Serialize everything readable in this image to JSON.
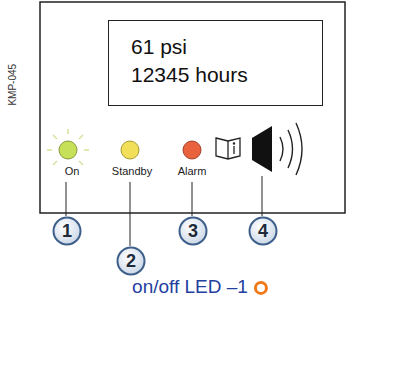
{
  "diagram": {
    "nodes": [
      {
        "text": [
          "61 psi",
          "12345 hours"
        ]
      },
      {
        "text": [
          "1"
        ]
      },
      {
        "text": [
          "2"
        ]
      },
      {
        "text": [
          "3"
        ]
      },
      {
        "text": [
          "4"
        ]
      }
    ],
    "labels": [
      "KMP-045",
      "On",
      "Standby",
      "Alarm",
      "on/off LED –1"
    ]
  }
}
